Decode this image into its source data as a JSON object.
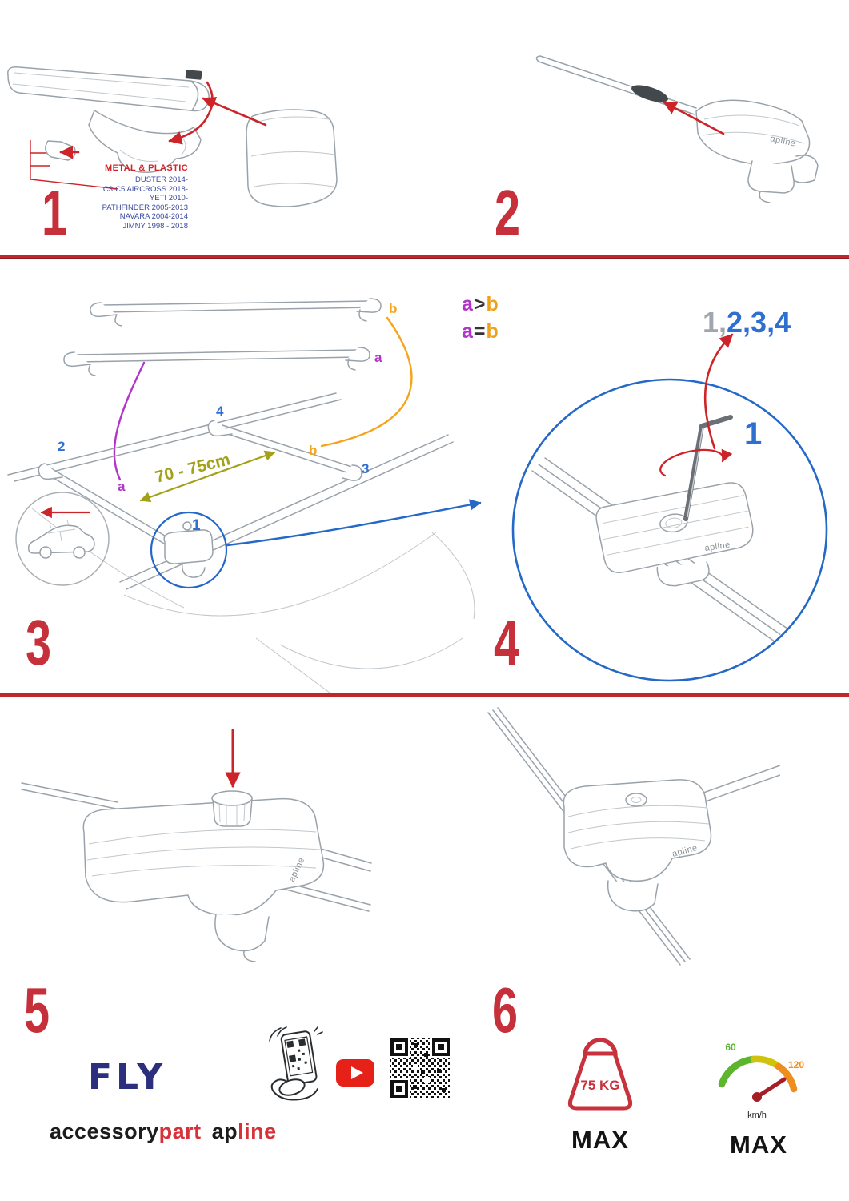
{
  "colors": {
    "accent_red": "#cc2429",
    "accent_blue": "#2468c8",
    "accent_purple": "#b235c9",
    "accent_orange": "#f5a41c",
    "accent_olive": "#a3a019",
    "brand_navy": "#2b2f7e",
    "brand_red": "#d6323a"
  },
  "logo_small": "apline",
  "step1": {
    "num": "1",
    "material": "METAL & PLASTIC",
    "models": [
      "DUSTER 2014-",
      "C3-C5 AIRCROSS 2018-",
      "YETI 2010-",
      "PATHFINDER 2005-2013",
      "NAVARA 2004-2014",
      "JIMNY 1998 - 2018"
    ]
  },
  "step2": {
    "num": "2"
  },
  "step3": {
    "num": "3",
    "distance": "70 - 75cm",
    "bar_top_b": "b",
    "bar_top_a": "a",
    "roof_2": "2",
    "roof_4": "4",
    "roof_3": "3",
    "roof_b": "b",
    "roof_a": "a",
    "mount_1": "1",
    "cmp_gt": {
      "a": "a",
      "op": ">",
      "b": "b"
    },
    "cmp_eq": {
      "a": "a",
      "op": "=",
      "b": "b"
    }
  },
  "step4": {
    "num": "4",
    "seq_gray": "1,",
    "seq_blue": "2,3,4",
    "callout": "1"
  },
  "step5": {
    "num": "5"
  },
  "step6": {
    "num": "6"
  },
  "specs": {
    "weight": "75 KG",
    "weight_max": "MAX",
    "speed_60": "60",
    "speed_120": "120",
    "speed_unit": "km/h",
    "speed_max": "MAX"
  },
  "branding": {
    "product": "FLY",
    "brand_black": "accessory",
    "brand_red": "part",
    "logo_black": "ap",
    "logo_red": "line"
  },
  "icons": {
    "phone_scan": "phone-qr-scan-icon",
    "youtube": "youtube-play-icon",
    "qr": "qr-code-icon",
    "weight": "weight-limit-icon",
    "speedometer": "speedometer-icon"
  }
}
